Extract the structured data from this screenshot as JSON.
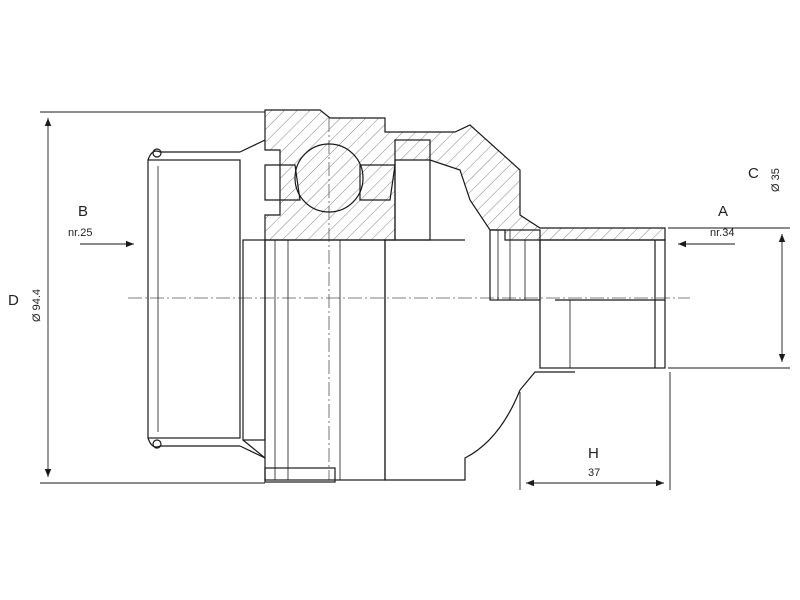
{
  "labels": {
    "B": "B",
    "B_sub": "nr.25",
    "A": "A",
    "A_sub": "nr.34",
    "C": "C",
    "C_sub": "Ø 35",
    "D": "D",
    "D_sub": "Ø 94.4",
    "H": "H",
    "H_sub": "37"
  }
}
